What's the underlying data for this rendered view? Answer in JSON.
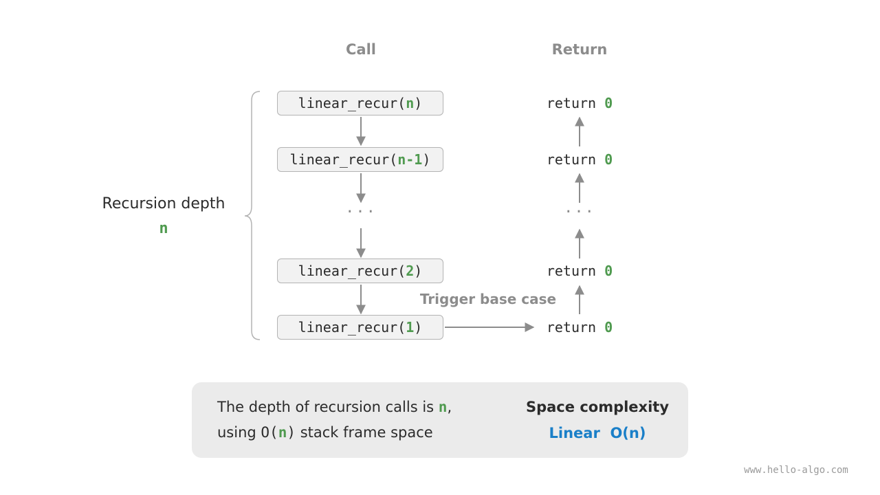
{
  "headers": {
    "call": "Call",
    "return": "Return"
  },
  "calls": [
    {
      "prefix": "linear_recur(",
      "arg": "n",
      "suffix": ")"
    },
    {
      "prefix": "linear_recur(",
      "arg": "n-1",
      "suffix": ")"
    },
    {
      "prefix": "linear_recur(",
      "arg": "2",
      "suffix": ")"
    },
    {
      "prefix": "linear_recur(",
      "arg": "1",
      "suffix": ")"
    }
  ],
  "returns": {
    "keyword": "return",
    "value": "0"
  },
  "ellipsis": "···",
  "depth": {
    "label": "Recursion depth",
    "value": "n"
  },
  "trigger_label": "Trigger base case",
  "summary": {
    "line1_text": "The depth of recursion calls is ",
    "line1_var": "n",
    "line1_end": ",",
    "line2_start": "using ",
    "line2_o": "O(",
    "line2_var": "n",
    "line2_close": ")",
    "line2_end": " stack frame space",
    "result_title": "Space complexity",
    "result_value": "Linear  O(n)"
  },
  "watermark": "www.hello-algo.com",
  "colors": {
    "green": "#4f9a4f",
    "blue": "#1a7fc8",
    "gray": "#8c8c8c",
    "box_fill": "#f2f2f2",
    "box_border": "#b3b3b3",
    "panel": "#ebebeb"
  }
}
